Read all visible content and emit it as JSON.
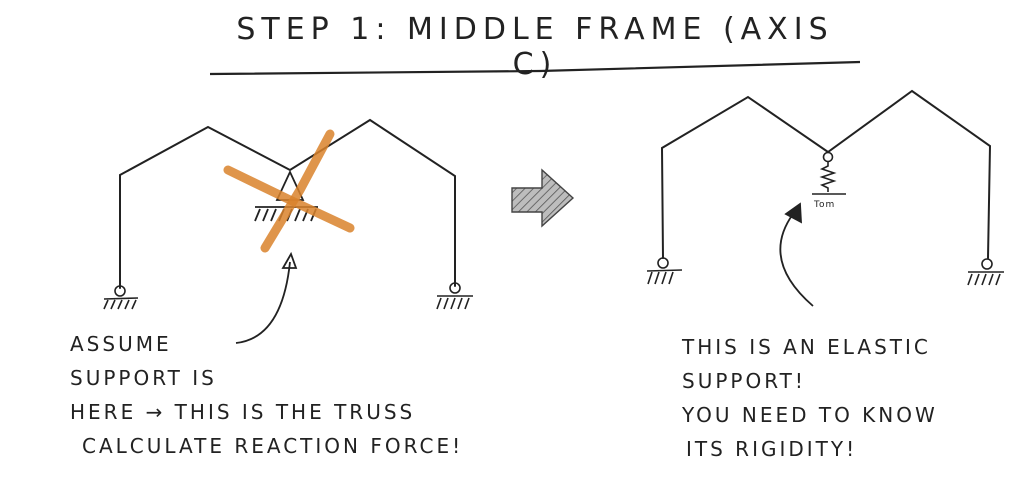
{
  "title": "STEP 1: MIDDLE FRAME (AXIS C)",
  "left_note": {
    "lines": [
      "ASSUME",
      "SUPPORT IS",
      "HERE → THIS IS THE TRUSS",
      "CALCULATE REACTION FORCE!"
    ]
  },
  "right_note": {
    "lines": [
      "THIS IS AN ELASTIC",
      "SUPPORT!",
      "YOU NEED TO KNOW",
      "ITS RIGIDITY!"
    ]
  },
  "spring_label": "Tom",
  "colors": {
    "ink": "#222222",
    "cross_mark": "#d9822b",
    "arrow_fill": "#8c8c8c"
  }
}
